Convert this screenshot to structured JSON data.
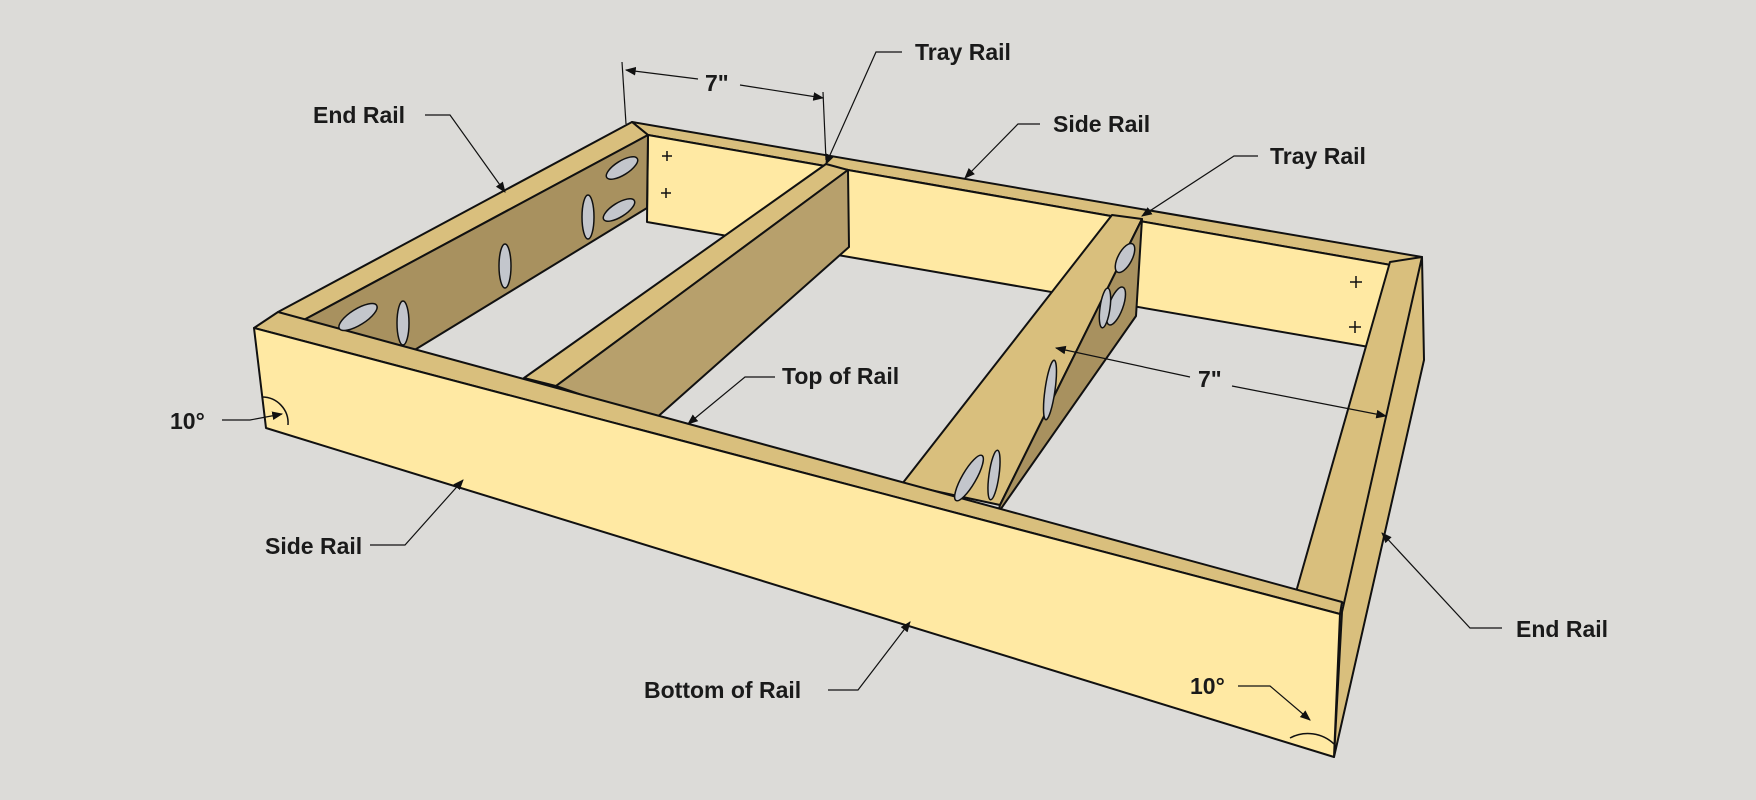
{
  "diagram": {
    "colors": {
      "background": "#dcdbd8",
      "wood_face_light": "#ffe9a3",
      "wood_top": "#d9bf7d",
      "wood_inner_dark": "#a8915f",
      "wood_inner_mid": "#b7a06c",
      "outline": "#111111",
      "pocket_hole": "#c3c6cc"
    },
    "labels": {
      "end_rail_left": "End Rail",
      "dimension_top": "7\"",
      "tray_rail_top": "Tray Rail",
      "side_rail_back": "Side Rail",
      "tray_rail_right": "Tray Rail",
      "top_of_rail": "Top of Rail",
      "dimension_middle": "7\"",
      "angle_left": "10°",
      "side_rail_front": "Side Rail",
      "bottom_of_rail": "Bottom of Rail",
      "angle_right": "10°",
      "end_rail_right": "End Rail"
    }
  }
}
